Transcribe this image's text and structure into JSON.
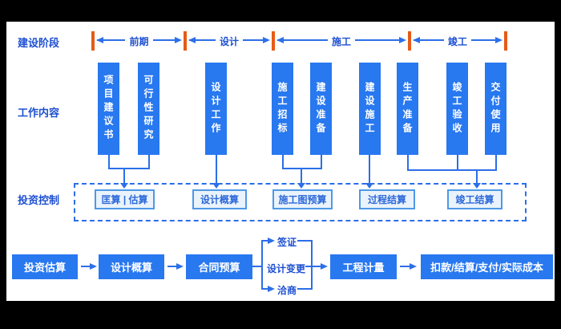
{
  "row_labels": {
    "phase": "建设阶段",
    "work": "工作内容",
    "control": "投资控制"
  },
  "phases": [
    "前期",
    "设计",
    "施工",
    "竣工"
  ],
  "work_bars": [
    "项目建议书",
    "可行性研究",
    "设计工作",
    "施工招标",
    "建设准备",
    "建设施工",
    "生产准备",
    "竣工验收",
    "交付使用"
  ],
  "control_boxes": [
    "匡算 | 估算",
    "设计概算",
    "施工图预算",
    "过程结算",
    "竣工结算"
  ],
  "flow_boxes": [
    "投资估算",
    "设计概算",
    "合同预算",
    "工程计量",
    "扣款/结算/支付/实际成本"
  ],
  "branch_labels": [
    "签证",
    "设计变更",
    "洽商"
  ],
  "colors": {
    "bar_blue": "#2878F0",
    "line_blue": "#2C6FE8",
    "label_blue": "#1D4FD1",
    "orange": "#E55B17",
    "box_fill": "#EAF3FC",
    "box_border": "#4D99E6",
    "box_text": "#2C68D9"
  }
}
